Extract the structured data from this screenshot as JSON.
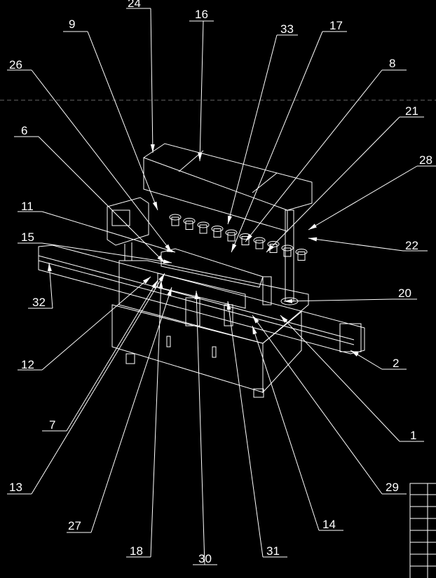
{
  "drawing": {
    "title": "Filling machine assembly drawing",
    "callouts": [
      "24",
      "16",
      "9",
      "33",
      "17",
      "26",
      "8",
      "21",
      "6",
      "28",
      "11",
      "22",
      "15",
      "32",
      "20",
      "12",
      "2",
      "7",
      "1",
      "13",
      "29",
      "27",
      "14",
      "18",
      "30",
      "31"
    ]
  },
  "colors": {
    "background": "#000000",
    "lines": "#ffffff",
    "dashed_line": "#666666"
  }
}
